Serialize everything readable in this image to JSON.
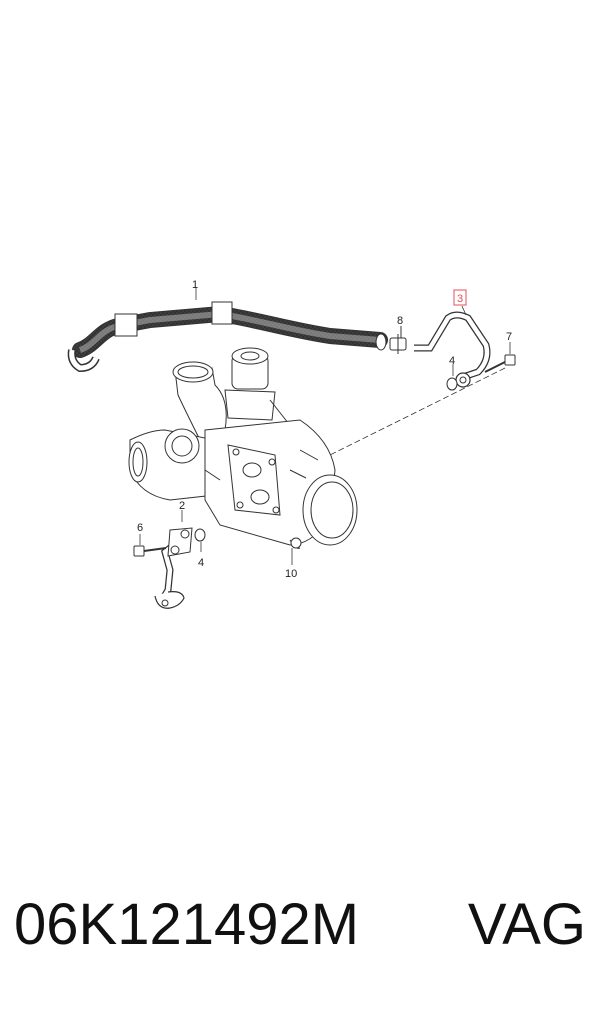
{
  "diagram": {
    "callouts": [
      "1",
      "2",
      "3",
      "4",
      "4",
      "6",
      "7",
      "8",
      "10"
    ],
    "highlighted_callout": "3",
    "highlight_color": "#e0505a",
    "line_color": "#333333"
  },
  "footer": {
    "part_number": "06K121492M",
    "brand": "VAG"
  }
}
